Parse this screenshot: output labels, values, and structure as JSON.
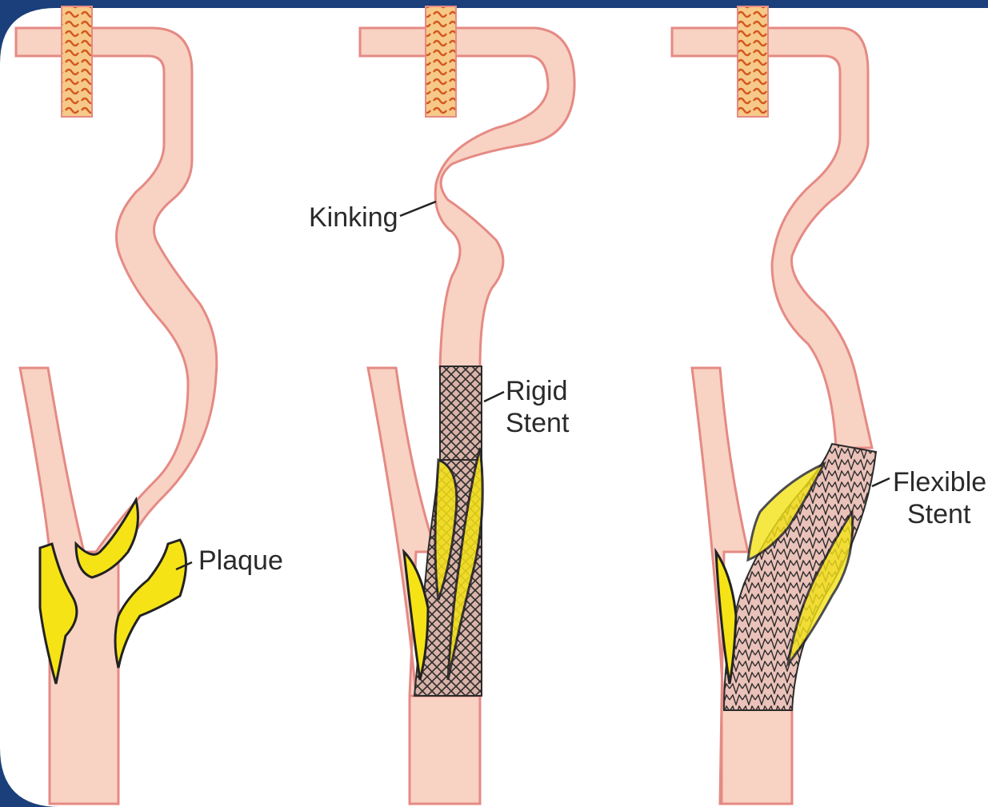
{
  "labels": {
    "plaque": "Plaque",
    "kinking": "Kinking",
    "rigid_stent_line1": "Rigid",
    "rigid_stent_line2": "Stent",
    "flexible_stent_line1": "Flexible",
    "flexible_stent_line2": "Stent"
  },
  "colors": {
    "frame": "#1a3f7a",
    "panel": "#ffffff",
    "vessel_fill": "#f8d2c3",
    "vessel_outline": "#e58a84",
    "plaque_fill": "#f5e316",
    "plaque_outline": "#222222",
    "vertebra_fill": "#f0a63a",
    "stent_mesh": "#2b2b2b"
  }
}
